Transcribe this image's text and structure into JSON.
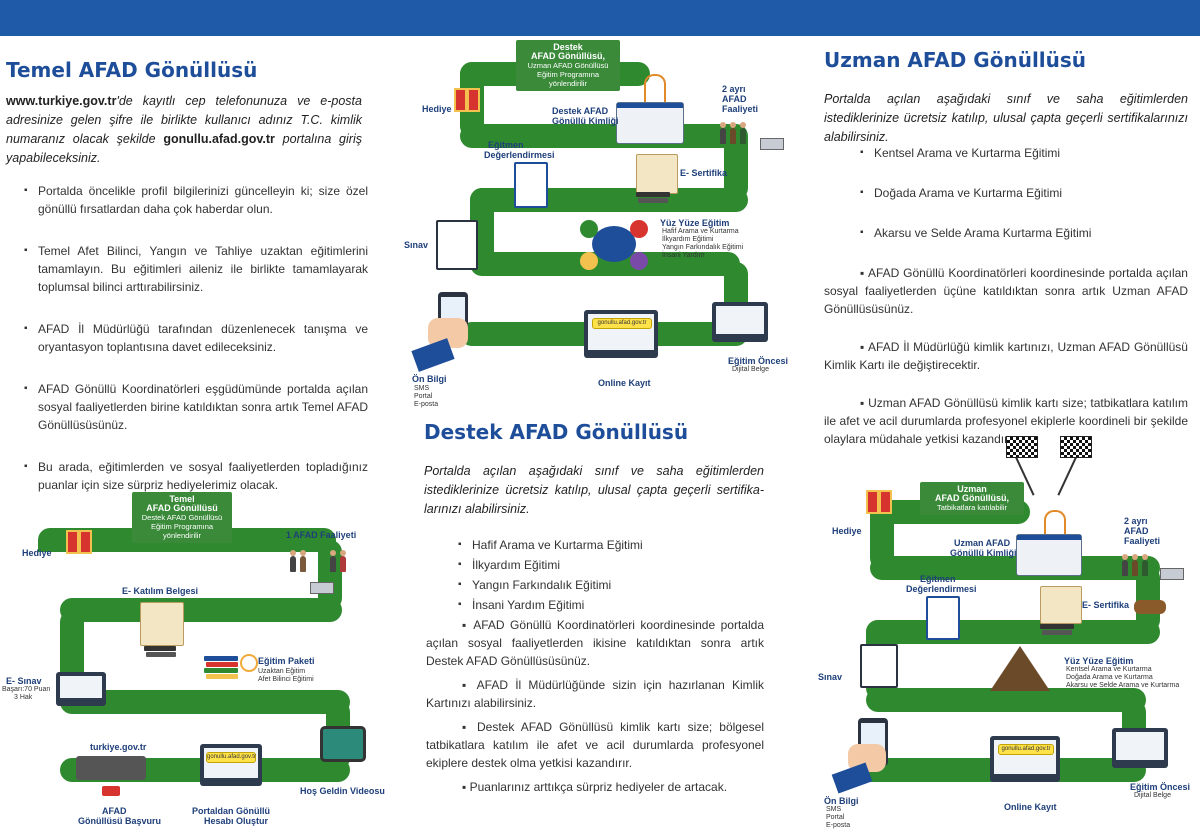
{
  "colors": {
    "header_bar": "#1f5aa8",
    "heading": "#1e4d99",
    "road": "#2f8a2f"
  },
  "left": {
    "title": "Temel AFAD Gönüllüsü",
    "intro_p1_bold": "www.turkiye.gov.tr",
    "intro_p1_rest": "'de kayıtlı cep telefonunuza ve e-posta adresinize gelen şifre ile birlikte kullanıcı adınız T.C. kimlik numaranız olacak şekilde",
    "intro_p2_bold": "gonullu.afad.gov.tr",
    "intro_p2_rest": "portalına giriş yapabileceksiniz.",
    "bullets": [
      "Portalda öncelikle profil bilgilerinizi güncelleyin ki; size özel gönüllü fırsatlardan daha çok haberdar olun.",
      "Temel Afet Bilinci, Yangın ve Tahliye uzaktan eğitimlerini tamamlayın. Bu eğitimleri aileniz ile birlikte tamamlayarak toplumsal bilinci arttırabilirsiniz.",
      "AFAD İl Müdürlüğü tarafından düzenlenecek tanışma ve oryantasyon toplantısına davet edileceksiniz.",
      "AFAD Gönüllü Koordinatörleri eşgüdümünde portalda açılan sosyal faaliyetlerden birine katıldıktan sonra artık Temel AFAD Gönüllüsüsünüz.",
      "Bu arada, eğitimlerden ve sosyal faaliyetlerden topladığınız puanlar için size sürpriz hediyelerimiz olacak."
    ],
    "diagram": {
      "box_title": "Temel",
      "box_title2": "AFAD Gönüllüsü",
      "box_sub": "Destek AFAD Gönüllüsü",
      "box_sub2": "Eğitim Programına",
      "box_sub3": "yönlendirilir",
      "hediye": "Hediye",
      "faaliyet": "1 AFAD Faaliyeti",
      "katilim": "E- Katılım Belgesi",
      "esinav": "E- Sınav",
      "esinav_sub": "Başarı:70 Puan",
      "esinav_sub2": "3 Hak",
      "paket": "Eğitim Paketi",
      "paket_sub": "Uzaktan Eğitim",
      "paket_sub2": "Afet Bilinci Eğitimi",
      "turkiye": "turkiye.gov.tr",
      "basvuru": "AFAD",
      "basvuru2": "Gönüllüsü Başvuru",
      "portal": "Portaldan Gönüllü",
      "portal2": "Hesabı Oluştur",
      "video": "Hoş Geldin Videosu",
      "pill": "gonullu.afad.gov.tr"
    }
  },
  "middle": {
    "title": "Destek AFAD Gönüllüsü",
    "intro": "Portalda açılan aşağıdaki sınıf ve saha eğitimlerden istediklerinize ücretsiz katılıp, ulusal çapta geçerli sertifika-larınızı alabilirsiniz.",
    "bullets": [
      "Hafif Arama ve Kurtarma Eğitimi",
      "İlkyardım Eğitimi",
      "Yangın Farkındalık Eğitimi",
      "İnsani Yardım Eğitimi"
    ],
    "paragraphs": [
      "AFAD Gönüllü Koordinatörleri koordinesinde portalda açılan sosyal faaliyetlerden ikisine katıldıktan sonra artık Destek AFAD Gönüllüsüsünüz.",
      "AFAD İl Müdürlüğünde sizin için hazırlanan Kimlik Kartınızı alabilirsiniz.",
      "Destek AFAD Gönüllüsü kimlik kartı size; bölgesel tatbikatlara katılım ile afet ve acil durumlarda profesyonel ekiplere destek olma yetkisi kazandırır.",
      "Puanlarınız arttıkça sürpriz hediyeler de artacak."
    ],
    "diagram": {
      "box_title": "Destek",
      "box_title2": "AFAD Gönüllüsü,",
      "box_sub": "Uzman AFAD Gönüllüsü",
      "box_sub2": "Eğitim Programına",
      "box_sub3": "yönlendirilir",
      "hediye": "Hediye",
      "kimlik": "Destek AFAD",
      "kimlik2": "Gönüllü Kimliği",
      "faaliyet": "2 ayrı",
      "faaliyet2": "AFAD",
      "faaliyet3": "Faaliyeti",
      "egitmen": "Eğitmen",
      "egitmen2": "Değerlendirmesi",
      "sertifika": "E- Sertifika",
      "sinav": "Sınav",
      "yuzyuze": "Yüz Yüze Eğitim",
      "yuzyuze_items": [
        "Hafif Arama ve Kurtarma",
        "İlkyardım Eğitimi",
        "Yangın Farkındalık Eğitimi",
        "İnsani Yardım"
      ],
      "onbilgi": "Ön Bilgi",
      "onbilgi_items": [
        "SMS",
        "Portal",
        "E-posta"
      ],
      "online": "Online Kayıt",
      "oncesi": "Eğitim Öncesi",
      "oncesi_sub": "Dijital Belge",
      "pill": "gonullu.afad.gov.tr"
    }
  },
  "right": {
    "title": "Uzman AFAD Gönüllüsü",
    "intro": "Portalda açılan aşağıdaki sınıf ve saha eğitimlerden istediklerinize ücretsiz katılıp, ulusal çapta geçerli sertifikalarınızı alabilirsiniz.",
    "bullets": [
      "Kentsel Arama ve Kurtarma Eğitimi",
      "Doğada Arama ve Kurtarma Eğitimi",
      "Akarsu ve Selde Arama Kurtarma Eğitimi"
    ],
    "paragraphs": [
      "AFAD Gönüllü Koordinatörleri koordinesinde portalda açılan sosyal faaliyetlerden üçüne katıldıktan sonra artık Uzman AFAD Gönüllüsüsünüz.",
      "AFAD İl Müdürlüğü kimlik kartınızı, Uzman AFAD Gönüllüsü Kimlik Kartı ile değiştirecektir.",
      "Uzman AFAD Gönüllüsü kimlik kartı size; tatbikatlara katılım ile afet ve acil durumlarda profesyonel ekiplerle koordineli bir şekilde olaylara müdahale yetkisi kazandırır."
    ],
    "diagram": {
      "box_title": "Uzman",
      "box_title2": "AFAD Gönüllüsü,",
      "box_sub": "Tatbikatlara katılabilir",
      "hediye": "Hediye",
      "kimlik": "Uzman AFAD",
      "kimlik2": "Gönüllü Kimliği",
      "faaliyet": "2 ayrı",
      "faaliyet2": "AFAD",
      "faaliyet3": "Faaliyeti",
      "egitmen": "Eğitmen",
      "egitmen2": "Değerlendirmesi",
      "sertifika": "E- Sertifika",
      "sinav": "Sınav",
      "yuzyuze": "Yüz Yüze Eğitim",
      "yuzyuze_items": [
        "Kentsel Arama ve Kurtarma",
        "Doğada Arama ve Kurtarma",
        "Akarsu ve Selde Arama ve Kurtarma"
      ],
      "onbilgi": "Ön Bilgi",
      "onbilgi_items": [
        "SMS",
        "Portal",
        "E-posta"
      ],
      "online": "Online Kayıt",
      "oncesi": "Eğitim Öncesi",
      "oncesi_sub": "Dijital Belge",
      "pill": "gonullu.afad.gov.tr"
    }
  }
}
